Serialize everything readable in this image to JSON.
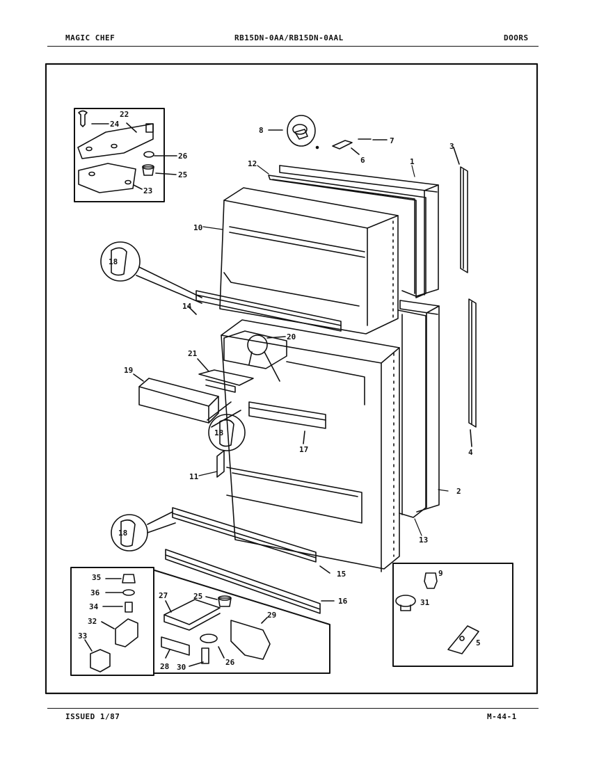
{
  "header": {
    "brand": "MAGIC CHEF",
    "model": "RB15DN-0AA/RB15DN-0AAL",
    "section": "DOORS"
  },
  "footer": {
    "issued": "ISSUED 1/87",
    "code": "M-44-1"
  },
  "callouts": {
    "c1": "1",
    "c2": "2",
    "c3": "3",
    "c4": "4",
    "c5": "5",
    "c6": "6",
    "c7": "7",
    "c8": "8",
    "c9": "9",
    "c10": "10",
    "c11": "11",
    "c12": "12",
    "c13": "13",
    "c14": "14",
    "c15": "15",
    "c16": "16",
    "c17": "17",
    "c18": "18",
    "c19": "19",
    "c20": "20",
    "c21": "21",
    "c22": "22",
    "c23": "23",
    "c24": "24",
    "c25": "25",
    "c26": "26",
    "c27": "27",
    "c28": "28",
    "c29": "29",
    "c30": "30",
    "c31": "31",
    "c32": "32",
    "c33": "33",
    "c34": "34",
    "c35": "35",
    "c36": "36"
  }
}
